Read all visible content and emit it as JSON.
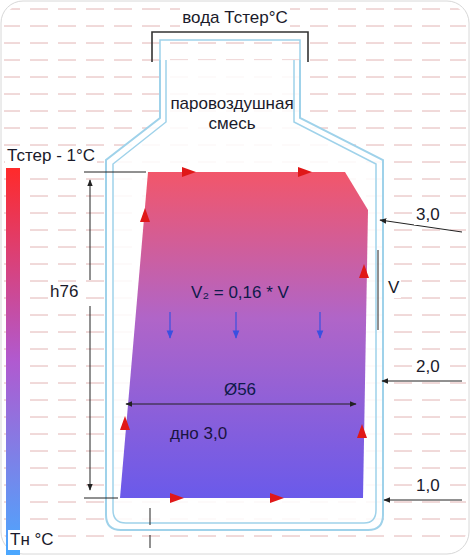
{
  "diagram": {
    "labels": [
      "вода Тстер°С",
      "паровоздушная смесь",
      "Тстер - 1°С",
      "3,0",
      "V",
      "V₂ = 0,16 * V",
      "h76",
      "2,0",
      "Ø56",
      "дно 3,0",
      "1,0",
      "Тн °С"
    ]
  }
}
